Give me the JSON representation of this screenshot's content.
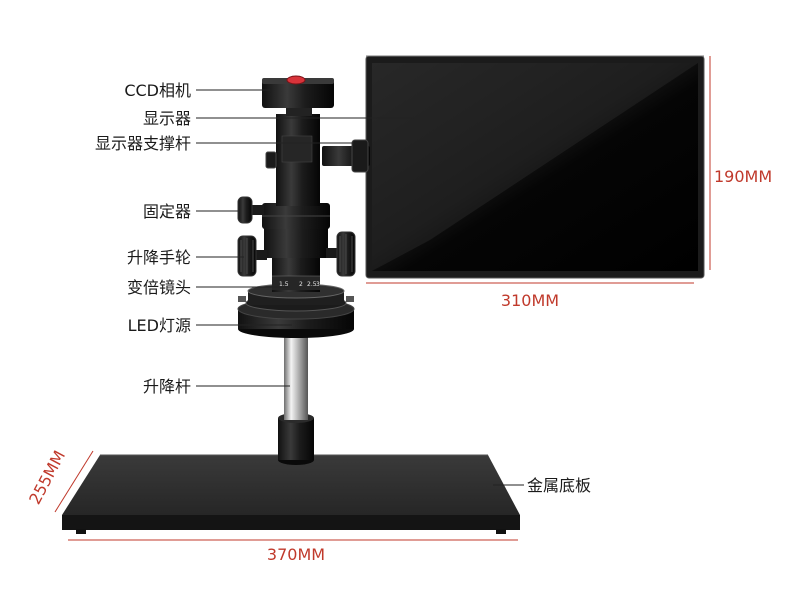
{
  "labels": {
    "ccd_camera": "CCD相机",
    "monitor": "显示器",
    "monitor_arm": "显示器支撑杆",
    "fixer": "固定器",
    "focus_wheel": "升降手轮",
    "zoom_lens": "变倍镜头",
    "led_light": "LED灯源",
    "lift_rod": "升降杆",
    "metal_base": "金属底板"
  },
  "dimensions": {
    "monitor_height": "190MM",
    "monitor_width": "310MM",
    "base_depth": "255MM",
    "base_width": "370MM"
  },
  "lens_scale": [
    "1.5",
    "2",
    "2.5",
    "3"
  ],
  "colors": {
    "dimension": "#c0392b",
    "label": "#1a1a1a",
    "leader": "#222222"
  }
}
